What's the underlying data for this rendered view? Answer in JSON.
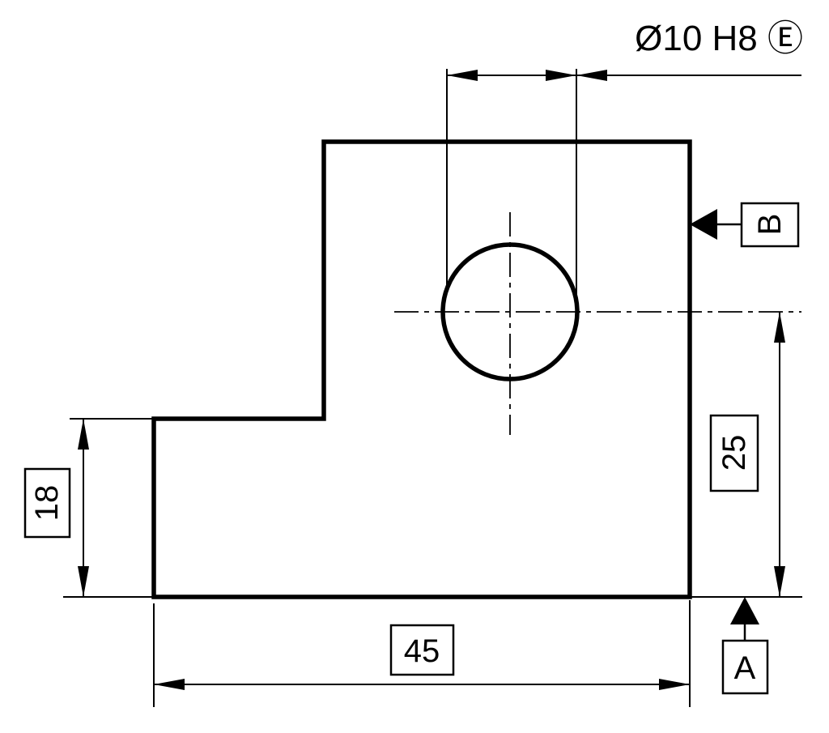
{
  "drawing": {
    "background_color": "#ffffff",
    "line_color": "#000000",
    "hole_callout": {
      "label": "Ø10 H8 Ⓔ",
      "diameter": "Ø10",
      "tolerance_class": "H8",
      "modifier": "Ⓔ"
    },
    "dimensions": {
      "bottom_width": {
        "value": "45"
      },
      "right_height": {
        "value": "25"
      },
      "left_step_height": {
        "value": "18"
      }
    },
    "datums": {
      "a": {
        "label": "A"
      },
      "b": {
        "label": "B"
      }
    }
  }
}
